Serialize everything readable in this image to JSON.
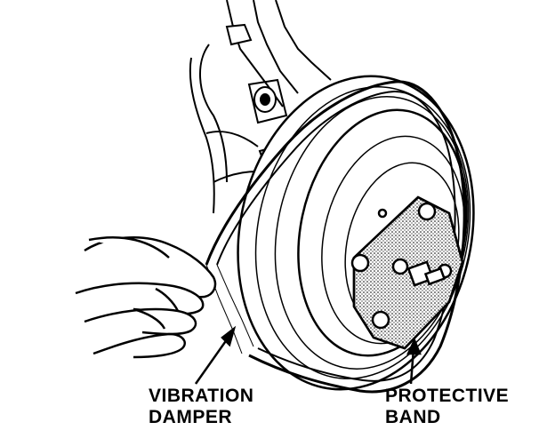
{
  "labels": {
    "vibration_damper": {
      "line1": "VIBRATION",
      "line2": "DAMPER"
    },
    "protective_band": {
      "line1": "PROTECTIVE",
      "line2": "BAND"
    }
  },
  "colors": {
    "ink": "#000000",
    "paper": "#ffffff",
    "stipple": "#bdbdbd"
  },
  "icons": [
    "arrow-icon"
  ]
}
